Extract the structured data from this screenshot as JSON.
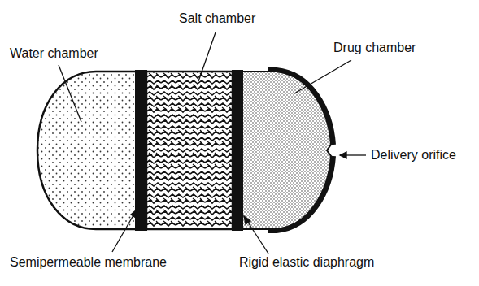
{
  "diagram": {
    "labels": [
      "Water chamber",
      "Salt chamber",
      "Drug chamber",
      "Delivery orifice",
      "Semipermeable membrane",
      "Rigid elastic diaphragm"
    ]
  }
}
